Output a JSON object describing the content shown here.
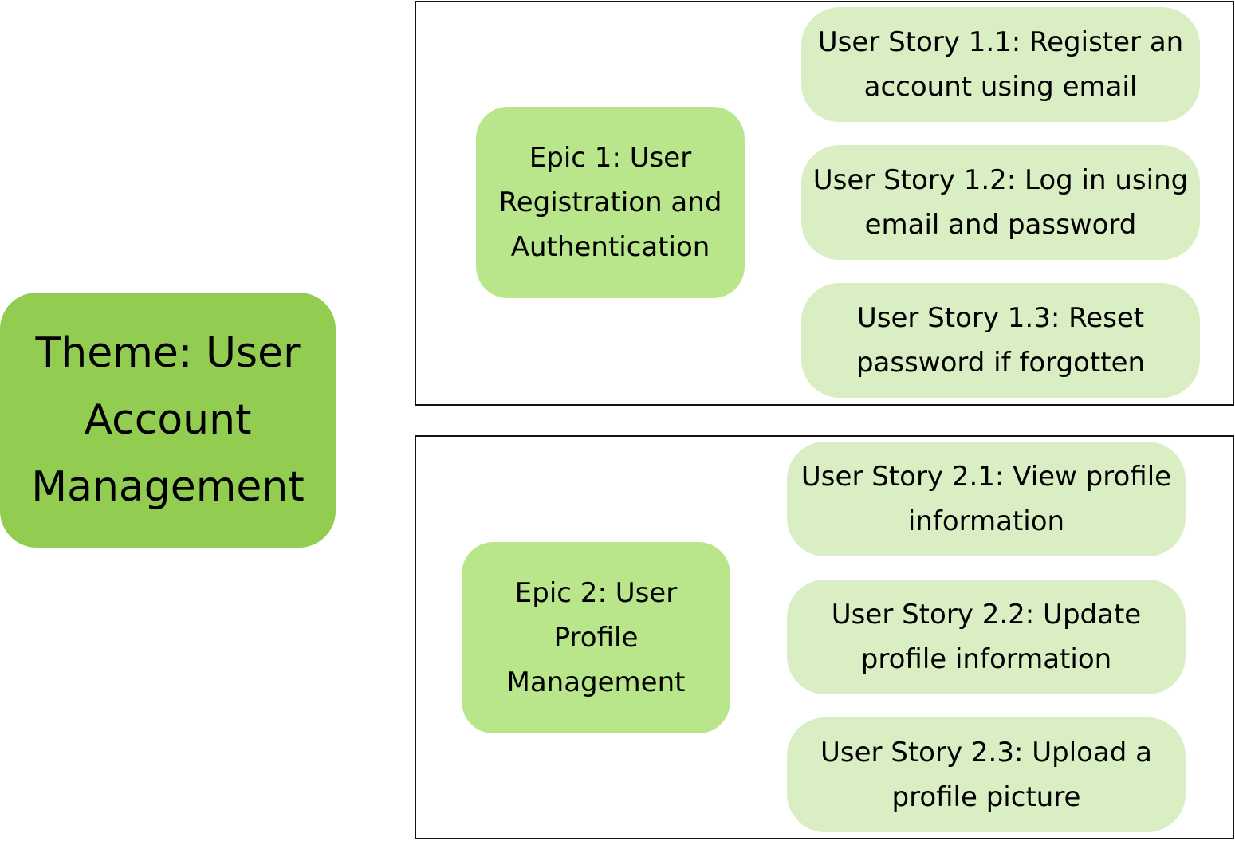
{
  "colors": {
    "theme_fill": "#92cd52",
    "epic_fill": "#b9e68a",
    "story_fill": "#d9efc3",
    "frame_border": "#111111",
    "background": "#ffffff"
  },
  "theme": {
    "label": "Theme: User Account Management"
  },
  "epics": [
    {
      "label": "Epic 1: User Registration and Authentication",
      "stories": [
        "User Story 1.1: Register an account using email",
        "User Story 1.2: Log in using email and password",
        "User Story 1.3: Reset password if forgotten"
      ]
    },
    {
      "label": "Epic 2: User Profile Management",
      "stories": [
        "User Story 2.1: View profile information",
        "User Story 2.2: Update profile information",
        "User Story 2.3: Upload a profile picture"
      ]
    }
  ]
}
